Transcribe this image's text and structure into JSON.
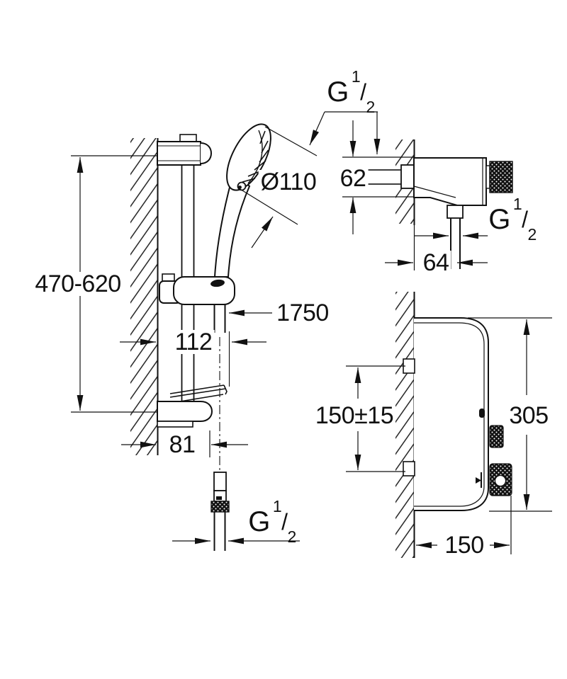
{
  "drawing": {
    "kind": "technical dimension drawing",
    "subject": "shower rail set with hand shower and thermostatic shower mixer (wall mounted), three views"
  },
  "thread": {
    "letter": "G",
    "numerator": "1",
    "denominator": "2",
    "slash": "/"
  },
  "dimensions": {
    "rail_height_range": "470-620",
    "head_diameter": "Ø110",
    "mixer_body_height": "62",
    "mixer_outlet_offset": "64",
    "hose_length": "1750",
    "hose_wall_offset": "112",
    "bracket_depth": "81",
    "supply_spacing": "150±15",
    "panel_height": "305",
    "panel_depth": "150"
  }
}
